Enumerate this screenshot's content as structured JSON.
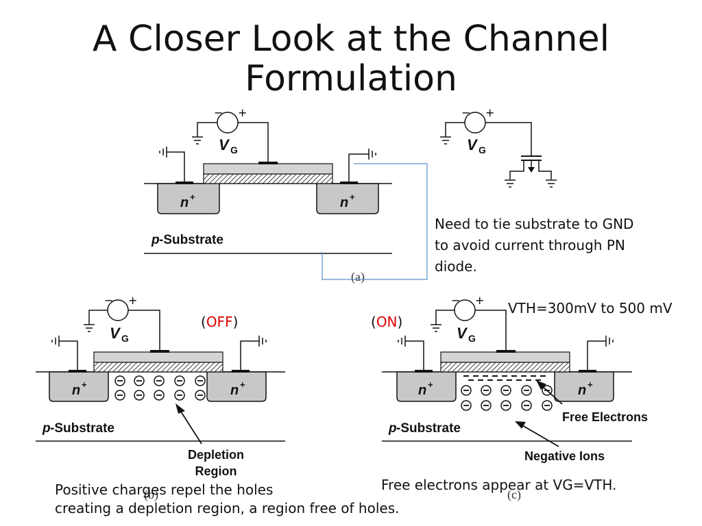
{
  "slide": {
    "title_line1": "A Closer Look at the Channel",
    "title_line2": "Formulation"
  },
  "labels": {
    "vg_main": "V",
    "vg_sub": "G",
    "minus": "−",
    "plus": "+",
    "n_plus": "n",
    "n_plus_sup": "+",
    "p_substrate_italic": "p",
    "p_substrate_rest": "-Substrate",
    "fig_a": "(a)",
    "fig_b": "(b)",
    "fig_c": "(c)",
    "depletion_line1": "Depletion",
    "depletion_line2": "Region",
    "free_electrons": "Free Electrons",
    "negative_ions": "Negative Ions"
  },
  "note": {
    "line1": "Need to tie substrate to GND",
    "line2": "to avoid current through PN",
    "line3": "diode."
  },
  "vth": "VTH=300mV to 500 mV",
  "states": {
    "off_open": "(",
    "off": "OFF",
    "off_close": ")",
    "on_open": "(",
    "on": "ON",
    "on_close": ")"
  },
  "captions": {
    "b_line1": "Positive charges repel the holes",
    "b_line2": "creating a depletion region, a region free of holes.",
    "c": "Free electrons appear at VG=VTH."
  },
  "colors": {
    "accent": "#e00000",
    "wire": "#111111",
    "nplus_fill": "#c8c8c8",
    "gate_fill": "#d4d4d4",
    "annotation_line": "#5b8fc8"
  }
}
